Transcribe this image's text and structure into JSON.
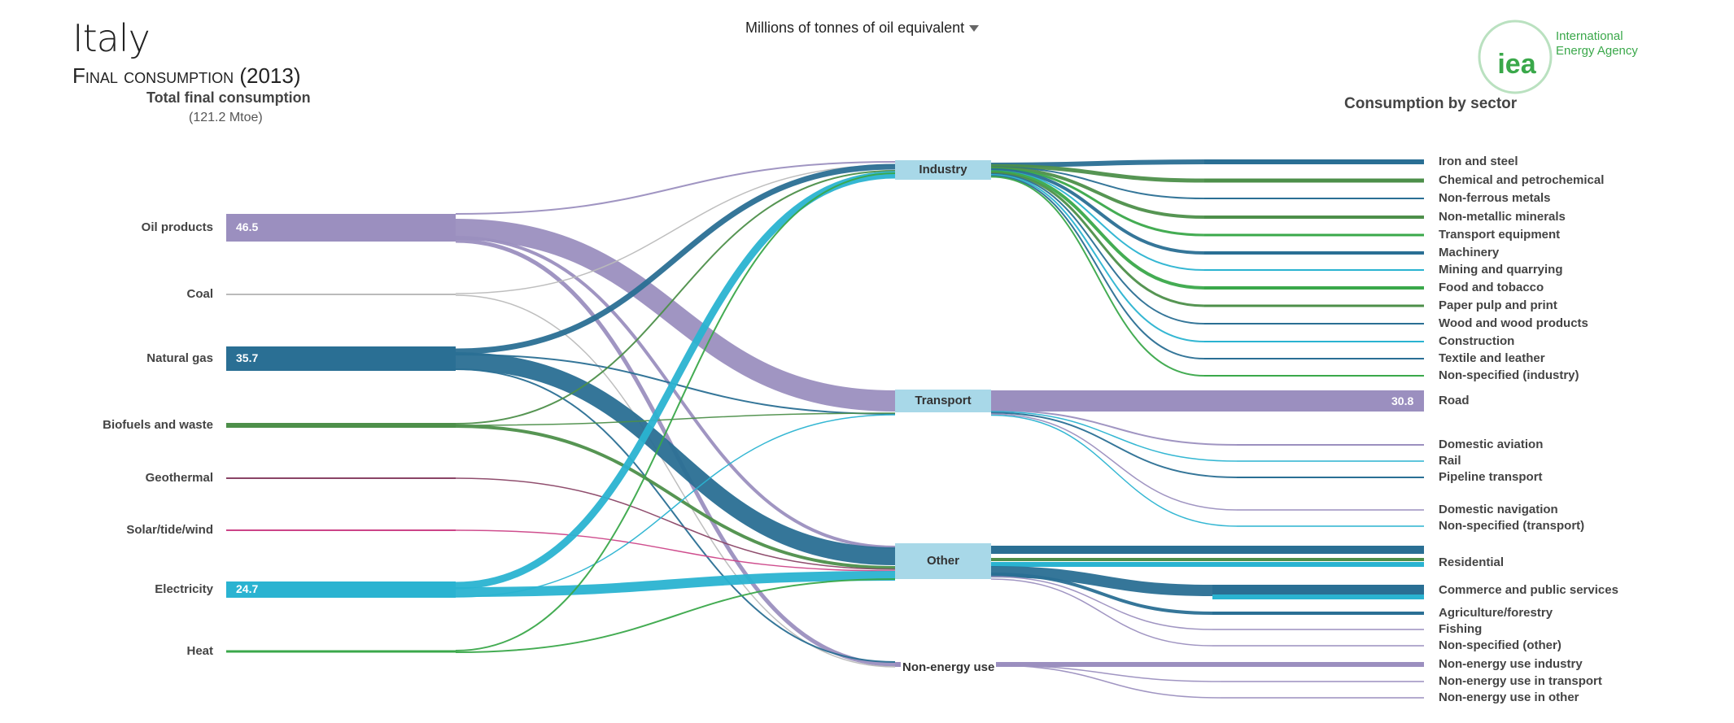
{
  "header": {
    "country": "Italy",
    "subtitle": "Final consumption (2013)",
    "tfc_title": "Total final consumption",
    "tfc_total": "(121.2 Mtoe)",
    "unit_selector": "Millions of tonnes of oil equivalent",
    "sector_title": "Consumption by sector"
  },
  "logo": {
    "mark": "iea",
    "line1": "International",
    "line2": "Energy Agency",
    "color": "#3aa84a"
  },
  "colors": {
    "oil": "#9b8fbf",
    "coal": "#bbbbbb",
    "gas": "#2a6f94",
    "bio": "#4d8f4a",
    "geo": "#8a4466",
    "solar": "#cc4488",
    "elec": "#2ab3d1",
    "heat": "#3aa84a",
    "sector_box": "#a8d8e8"
  },
  "sources": [
    {
      "label": "Oil products",
      "value": "46.5",
      "key": "oil"
    },
    {
      "label": "Coal",
      "value": "",
      "key": "coal"
    },
    {
      "label": "Natural gas",
      "value": "35.7",
      "key": "gas"
    },
    {
      "label": "Biofuels and waste",
      "value": "",
      "key": "bio"
    },
    {
      "label": "Geothermal",
      "value": "",
      "key": "geo"
    },
    {
      "label": "Solar/tide/wind",
      "value": "",
      "key": "solar"
    },
    {
      "label": "Electricity",
      "value": "24.7",
      "key": "elec"
    },
    {
      "label": "Heat",
      "value": "",
      "key": "heat"
    }
  ],
  "sectors": [
    {
      "label": "Industry"
    },
    {
      "label": "Transport"
    },
    {
      "label": "Other"
    },
    {
      "label": "Non-energy use"
    }
  ],
  "destinations": {
    "industry": [
      "Iron and steel",
      "Chemical and petrochemical",
      "Non-ferrous metals",
      "Non-metallic minerals",
      "Transport equipment",
      "Machinery",
      "Mining and quarrying",
      "Food and tobacco",
      "Paper pulp and print",
      "Wood and wood products",
      "Construction",
      "Textile and leather",
      "Non-specified (industry)"
    ],
    "transport": [
      "Road",
      "Domestic aviation",
      "Rail",
      "Pipeline transport",
      "Domestic navigation",
      "Non-specified (transport)"
    ],
    "other": [
      "Residential",
      "Commerce and public services",
      "Agriculture/forestry",
      "Fishing",
      "Non-specified (other)"
    ],
    "nonenergy": [
      "Non-energy use industry",
      "Non-energy use in transport",
      "Non-energy use in other"
    ]
  },
  "road_value": "30.8"
}
